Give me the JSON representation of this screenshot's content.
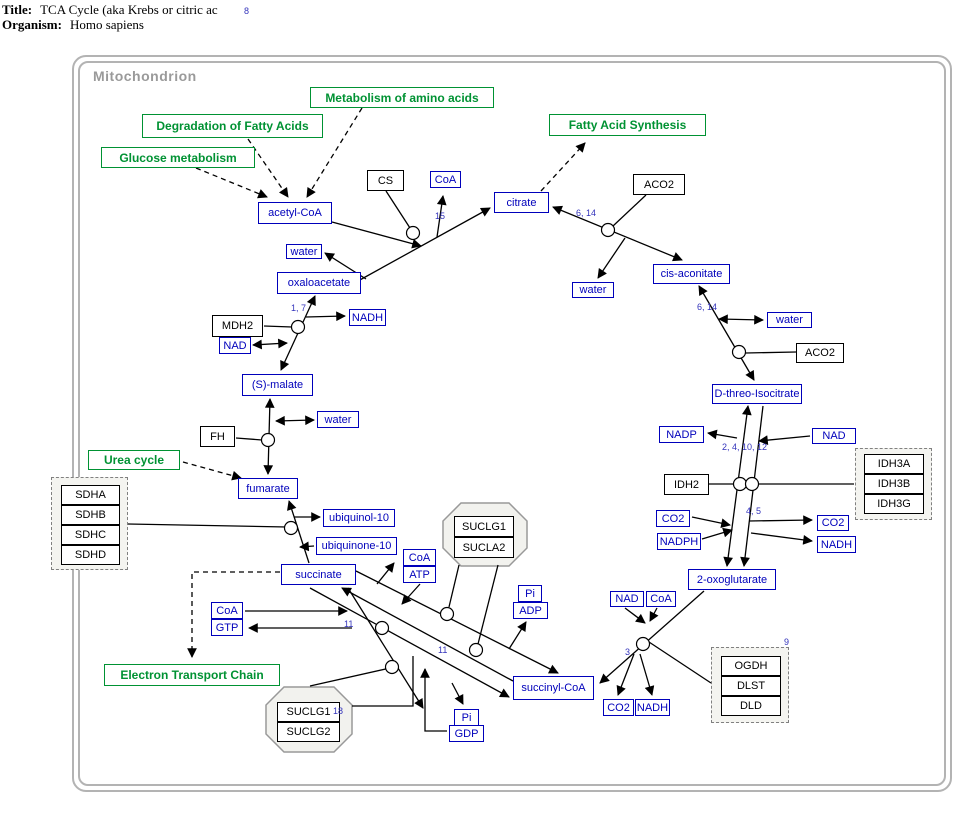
{
  "header": {
    "title_label": "Title:",
    "title_value": "TCA Cycle (aka Krebs or citric ac",
    "organism_label": "Organism:",
    "organism_value": "Homo sapiens",
    "stray_number": "8"
  },
  "compartment": {
    "label": "Mitochondrion"
  },
  "pathways": {
    "amino": "Metabolism of amino acids",
    "fatty_deg": "Degradation of Fatty Acids",
    "glucose": "Glucose metabolism",
    "fas": "Fatty Acid Synthesis",
    "urea": "Urea cycle",
    "etc": "Electron Transport Chain"
  },
  "metabolites": {
    "acetyl_coa": "acetyl-CoA",
    "citrate": "citrate",
    "cis_aconitate": "cis-aconitate",
    "isocitrate": "D-threo-Isocitrate",
    "oxoglutarate": "2-oxoglutarate",
    "succinyl_coa": "succinyl-CoA",
    "succinate": "succinate",
    "fumarate": "fumarate",
    "s_malate": "(S)-malate",
    "oxaloacetate": "oxaloacetate",
    "water": "water",
    "coa": "CoA",
    "nad": "NAD",
    "nadh": "NADH",
    "nadp": "NADP",
    "nadph": "NADPH",
    "co2": "CO2",
    "atp": "ATP",
    "adp": "ADP",
    "gtp": "GTP",
    "gdp": "GDP",
    "pi": "Pi",
    "ubiquinol": "ubiquinol-10",
    "ubiquinone": "ubiquinone-10"
  },
  "enzymes": {
    "cs": "CS",
    "aco2": "ACO2",
    "idh2": "IDH2",
    "mdh2": "MDH2",
    "fh": "FH"
  },
  "complexes": {
    "sdh": {
      "members": [
        "SDHA",
        "SDHB",
        "SDHC",
        "SDHD"
      ]
    },
    "idh3": {
      "members": [
        "IDH3A",
        "IDH3B",
        "IDH3G"
      ]
    },
    "ogdh": {
      "members": [
        "OGDH",
        "DLST",
        "DLD"
      ]
    },
    "sucl_a": {
      "members": [
        "SUCLG1",
        "SUCLA2"
      ]
    },
    "sucl_b": {
      "members": [
        "SUCLG1",
        "SUCLG2"
      ]
    }
  },
  "reaction_numbers": {
    "r15": "15",
    "r614a": "6, 14",
    "r614b": "6, 14",
    "r24": "2, 4, 10, 12",
    "r45": "4, 5",
    "r3": "3",
    "r9": "9",
    "r11a": "11",
    "r11b": "11",
    "r18": "18",
    "r17": "1, 7"
  },
  "colors": {
    "metabolite": "#0000bb",
    "enzyme": "#000000",
    "pathway_link": "#009233",
    "compartment_border": "#b3b3b3",
    "reaction_number": "#3333bb"
  }
}
